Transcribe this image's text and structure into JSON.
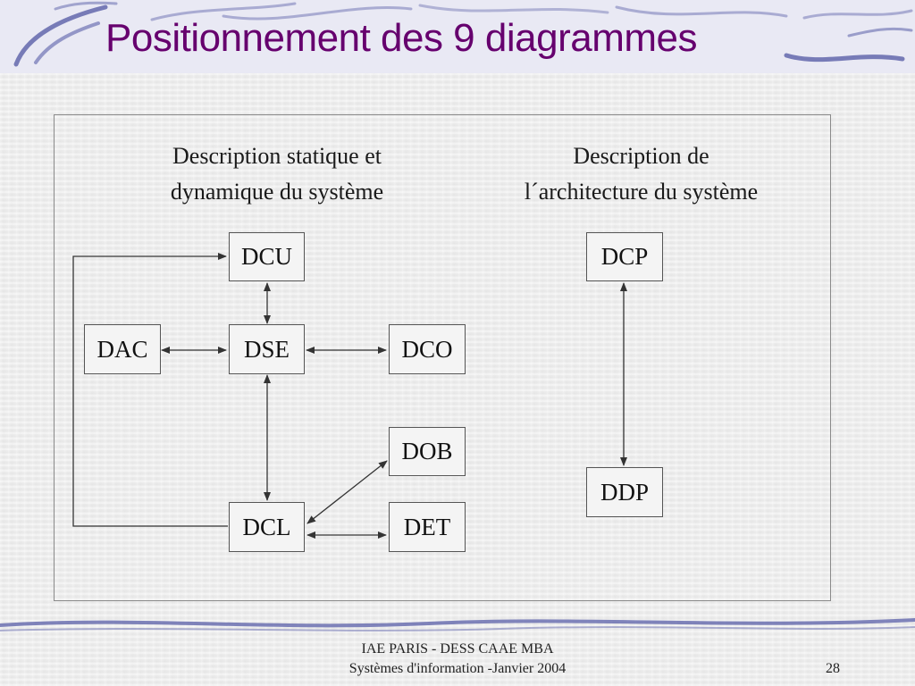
{
  "slide": {
    "title": "Positionnement des 9 diagrammes",
    "left_heading_line1": "Description statique  et",
    "left_heading_line2": "dynamique du système",
    "right_heading_line1": "Description de",
    "right_heading_line2": "l´architecture du système"
  },
  "diagram": {
    "nodes": {
      "dcu": "DCU",
      "dac": "DAC",
      "dse": "DSE",
      "dco": "DCO",
      "dob": "DOB",
      "dcl": "DCL",
      "det": "DET",
      "dcp": "DCP",
      "ddp": "DDP"
    },
    "links": [
      {
        "from": "DCU",
        "to": "DSE",
        "direction": "both"
      },
      {
        "from": "DAC",
        "to": "DSE",
        "direction": "both"
      },
      {
        "from": "DSE",
        "to": "DCO",
        "direction": "both"
      },
      {
        "from": "DSE",
        "to": "DCL",
        "direction": "both"
      },
      {
        "from": "DCL",
        "to": "DOB",
        "direction": "both"
      },
      {
        "from": "DCL",
        "to": "DET",
        "direction": "both"
      },
      {
        "from": "DCL",
        "to": "DCU",
        "direction": "to-DCU"
      },
      {
        "from": "DCP",
        "to": "DDP",
        "direction": "both"
      }
    ]
  },
  "footer": {
    "line1": "IAE PARIS - DESS CAAE MBA",
    "line2": "Systèmes d'information -Janvier 2004",
    "page_number": "28"
  },
  "colors": {
    "title": "#66006e",
    "decor": "#5a5fa8",
    "line": "#333333"
  }
}
